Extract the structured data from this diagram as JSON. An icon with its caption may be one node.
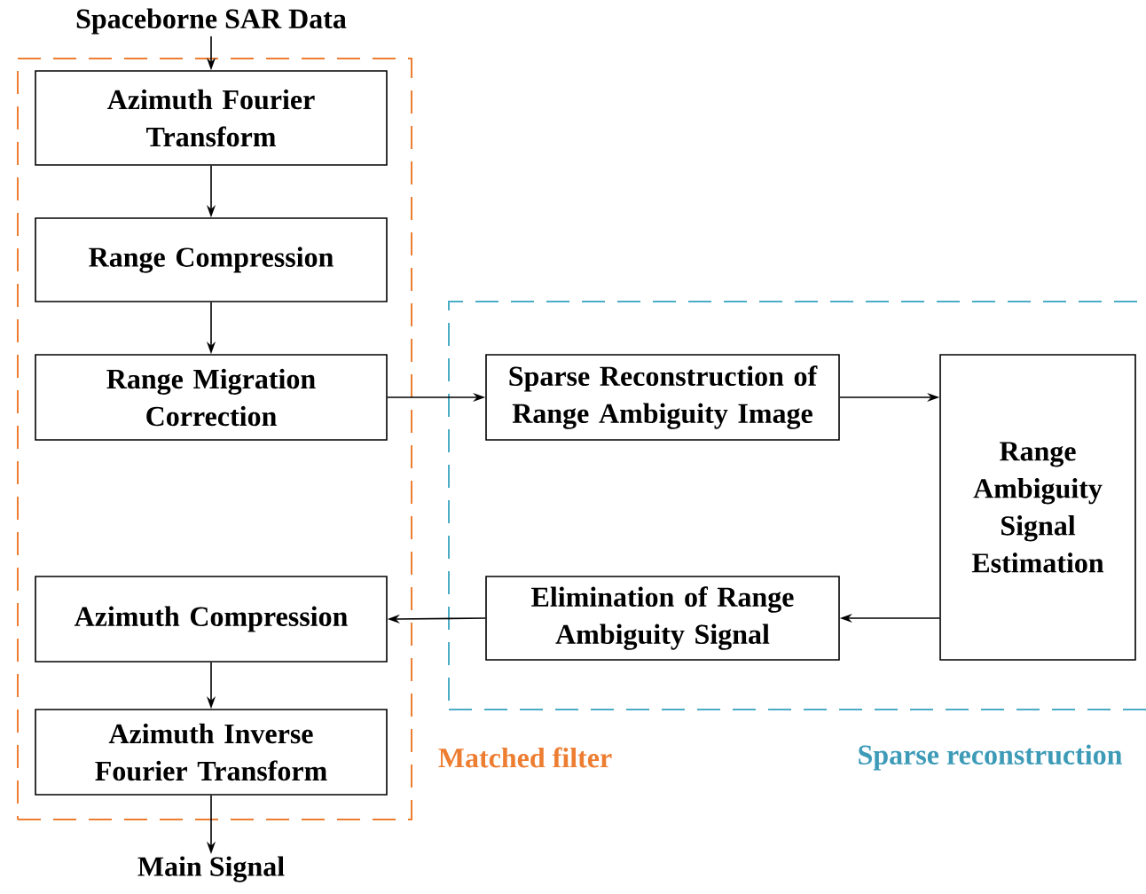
{
  "diagram": {
    "nodes": [
      {
        "text": [
          "Spaceborne SAR Data"
        ]
      },
      {
        "text": [
          "Matched filter"
        ]
      },
      {
        "text": [
          "Azimuth Fourier Transform"
        ],
        "in": 1
      },
      {
        "text": [
          "Range Compression"
        ],
        "in": 1
      },
      {
        "text": [
          "Range Migration Correction"
        ],
        "in": 1
      },
      {
        "text": [
          "Azimuth Compression"
        ],
        "in": 1
      },
      {
        "text": [
          "Azimuth Inverse Fourier Transform"
        ],
        "in": 1
      },
      {
        "text": [
          "Sparse reconstruction"
        ]
      },
      {
        "text": [
          "Sparse Reconstruction of Range Ambiguity Image"
        ],
        "in": 7
      },
      {
        "text": [
          "Range Ambiguity Signal Estimation"
        ],
        "in": 7
      },
      {
        "text": [
          "Elimination of Range Ambiguity Signal"
        ],
        "in": 7
      },
      {
        "text": [
          "Main Signal"
        ]
      }
    ],
    "edges": [
      {
        "from": 0,
        "to": 2,
        "arrow": "to"
      },
      {
        "from": 2,
        "to": 3,
        "arrow": "to"
      },
      {
        "from": 3,
        "to": 4,
        "arrow": "to"
      },
      {
        "from": 4,
        "to": 8,
        "arrow": "to"
      },
      {
        "from": 8,
        "to": 9,
        "arrow": "to"
      },
      {
        "from": 9,
        "to": 10,
        "arrow": "to"
      },
      {
        "from": 10,
        "to": 5,
        "arrow": "to"
      },
      {
        "from": 5,
        "to": 6,
        "arrow": "to"
      },
      {
        "from": 6,
        "to": 11,
        "arrow": "to"
      }
    ]
  }
}
